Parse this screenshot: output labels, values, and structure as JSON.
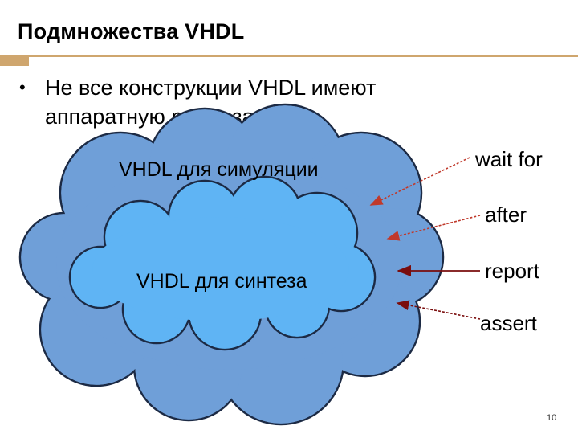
{
  "slide": {
    "title": "Подмножества VHDL",
    "bullet_text": "Не все конструкции VHDL имеют аппаратную реализацию",
    "page_number": "10"
  },
  "diagram": {
    "outer_cloud_label": "VHDL для симуляции",
    "inner_cloud_label": "VHDL для синтеза",
    "keywords": {
      "wait_for": "wait for",
      "after": "after",
      "report": "report",
      "assert": "assert"
    }
  },
  "colors": {
    "accent_tan": "#cfa66e",
    "outer_cloud_fill": "#6f9fd8",
    "inner_cloud_fill": "#5fb4f4",
    "cloud_stroke": "#1c2a44",
    "arrow_red": "#c0392b",
    "arrow_dark_red": "#7a0d0d"
  }
}
